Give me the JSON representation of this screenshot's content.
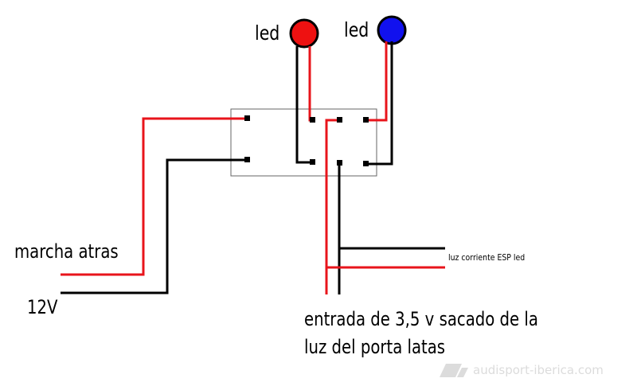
{
  "labels": {
    "led_red": "led",
    "led_blue": "led",
    "marcha_atras": "marcha atras",
    "twelve_v": "12V",
    "luz_corriente": "luz corriente ESP led",
    "entrada_line1": "entrada de 3,5 v sacado de la",
    "entrada_line2": "luz del porta latas"
  },
  "watermark": "audisport-iberica.com",
  "colors": {
    "wire_red": "#e8141b",
    "wire_black": "#000000",
    "led_red": "#ee1111",
    "led_blue": "#1111ee",
    "switch_border": "#666666",
    "watermark": "#dcdcdc"
  },
  "icons": [
    "red-led-icon",
    "blue-led-icon",
    "watermark-logo-icon"
  ]
}
